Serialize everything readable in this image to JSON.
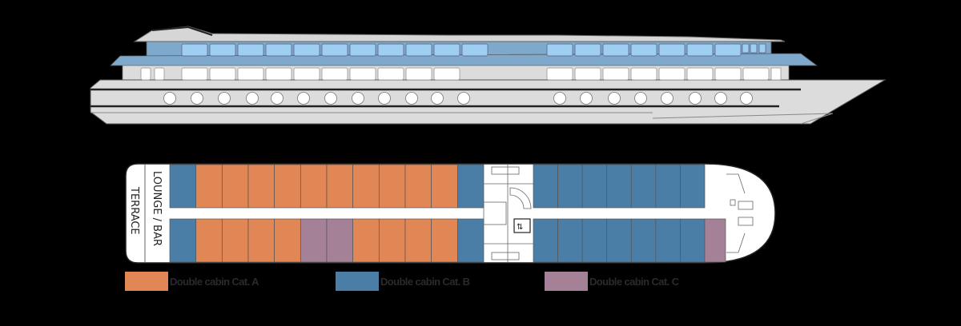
{
  "colors": {
    "cat_a": "#e08755",
    "cat_b": "#4a7ea6",
    "cat_c": "#a58198",
    "deck_blue": "#7fa9cc",
    "window_blue": "#9ecff3",
    "hull": "#dcdcdc"
  },
  "deck_plan": {
    "terrace_label": "TERRACE",
    "lounge_label": "LOUNGE / BAR",
    "upper_row": [
      "B",
      "A",
      "A",
      "A",
      "A",
      "A",
      "A",
      "A",
      "A",
      "A",
      "A",
      "B"
    ],
    "lower_row": [
      "B",
      "A",
      "A",
      "A",
      "A",
      "C",
      "C",
      "A",
      "A",
      "A",
      "A",
      "B"
    ],
    "fore_upper_row": [
      "B",
      "B",
      "B",
      "B",
      "B",
      "B",
      "B"
    ],
    "fore_lower_row": [
      "B",
      "B",
      "B",
      "B",
      "B",
      "B",
      "B",
      "C"
    ]
  },
  "legend": [
    {
      "label": "Double cabin Cat. A",
      "color": "#e08755"
    },
    {
      "label": "Double cabin Cat. B",
      "color": "#4a7ea6"
    },
    {
      "label": "Double cabin Cat. C",
      "color": "#a58198"
    }
  ]
}
